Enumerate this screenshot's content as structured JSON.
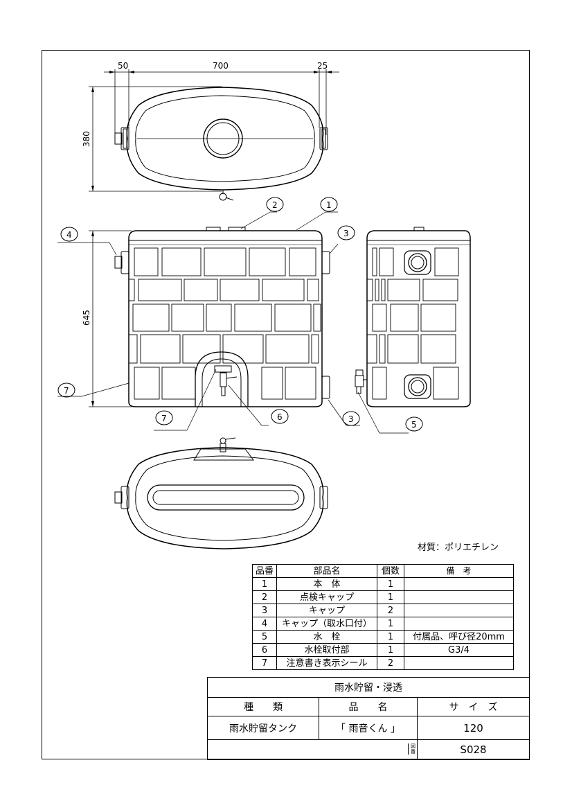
{
  "dimensions": {
    "top_left_offset": "50",
    "top_width": "700",
    "top_right_offset": "25",
    "top_depth": "380",
    "front_height": "645"
  },
  "callouts": {
    "c1": "1",
    "c2": "2",
    "c3a": "3",
    "c3b": "3",
    "c4": "4",
    "c5": "5",
    "c6": "6",
    "c7a": "7",
    "c7b": "7"
  },
  "material": "材質：ポリエチレン",
  "parts_table": {
    "headers": [
      "品番",
      "部品名",
      "個数",
      "備　考"
    ],
    "rows": [
      {
        "no": "1",
        "name": "本　体",
        "qty": "1",
        "note": ""
      },
      {
        "no": "2",
        "name": "点検キャップ",
        "qty": "1",
        "note": ""
      },
      {
        "no": "3",
        "name": "キャップ",
        "qty": "2",
        "note": ""
      },
      {
        "no": "4",
        "name": "キャップ（取水口付）",
        "qty": "1",
        "note": ""
      },
      {
        "no": "5",
        "name": "水　栓",
        "qty": "1",
        "note": "付属品、呼び径20mm"
      },
      {
        "no": "6",
        "name": "水栓取付部",
        "qty": "1",
        "note": "G3/4"
      },
      {
        "no": "7",
        "name": "注意書き表示シール",
        "qty": "2",
        "note": ""
      }
    ]
  },
  "title_block": {
    "heading": "雨水貯留・浸透",
    "kind_label": "種　　類",
    "product_label": "品　　名",
    "size_label": "サ　イ　ズ",
    "kind_value": "雨水貯留タンク",
    "product_value": "「 雨音くん 」",
    "size_value": "120",
    "drawing_no_label_top": "図",
    "drawing_no_label_bottom": "番",
    "drawing_no": "S028"
  }
}
